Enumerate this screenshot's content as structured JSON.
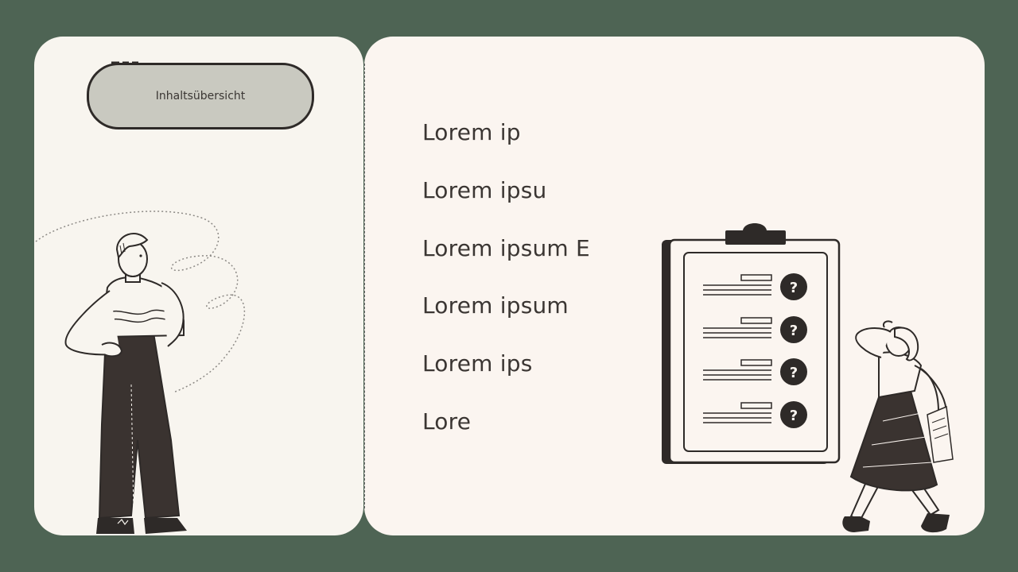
{
  "header": {
    "title": "Inhaltsübersicht"
  },
  "agenda": {
    "items": [
      "Lorem ip",
      "Lorem ipsu",
      "Lorem ipsum E",
      "Lorem ipsum",
      "Lorem ips",
      "Lore"
    ]
  },
  "colors": {
    "background": "#4e6454",
    "panel": "#f8f5ef",
    "pill": "#c9c9c0",
    "ink": "#2e2a28",
    "text": "#3b3633"
  },
  "illustrations": {
    "left": "man-standing-hands-on-hips",
    "right": "clipboard-checklist-with-question-marks",
    "right_person": "woman-walking-scratching-head"
  }
}
